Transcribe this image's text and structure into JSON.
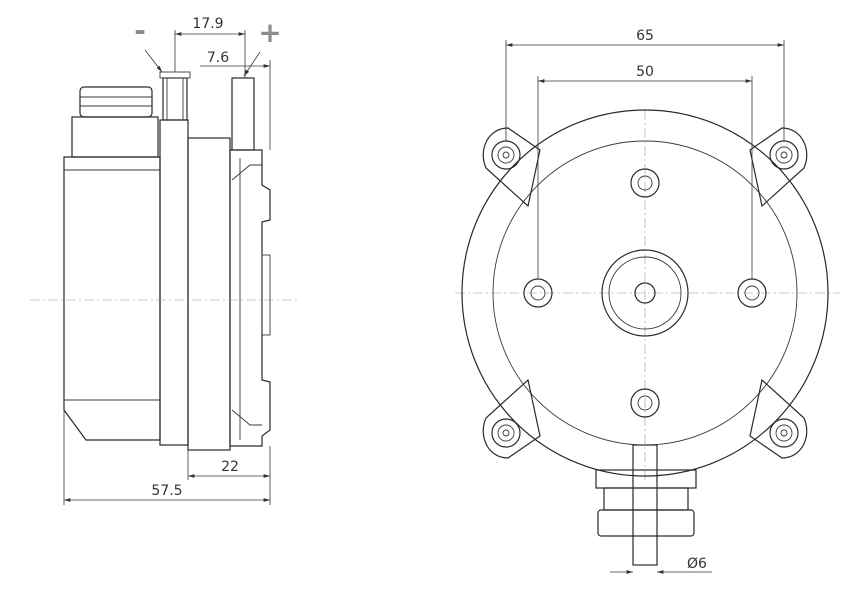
{
  "side_view": {
    "minus_label": "-",
    "plus_label": "+",
    "dim_port_spacing": "17.9",
    "dim_port_offset": "7.6",
    "dim_flange_depth": "22",
    "dim_overall_depth": "57.5"
  },
  "front_view": {
    "dim_outer_holes": "65",
    "dim_inner_holes": "50",
    "dim_tube_diameter": "Ø6"
  },
  "colors": {
    "line": "#2a2a2a",
    "sign": "#8c8c8c"
  }
}
